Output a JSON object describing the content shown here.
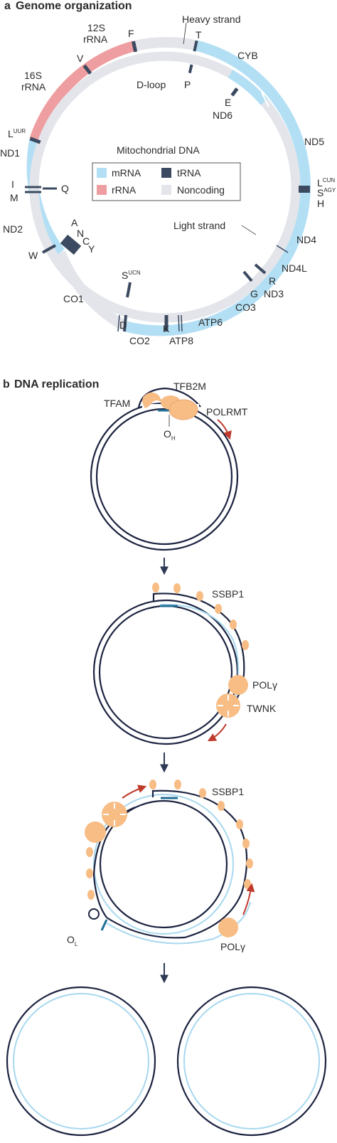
{
  "panel_a": {
    "letter": "a",
    "title": "Genome organization",
    "heavy_strand": "Heavy strand",
    "light_strand": "Light strand",
    "d_loop": "D-loop",
    "center_title": "Mitochondrial DNA",
    "legend": {
      "mrna": "mRNA",
      "trna": "tRNA",
      "rrna": "rRNA",
      "noncoding": "Noncoding"
    },
    "genes": {
      "s12_1": "12S",
      "s12_2": "rRNA",
      "s16_1": "16S",
      "s16_2": "rRNA",
      "F": "F",
      "T": "T",
      "P": "P",
      "CYB": "CYB",
      "V": "V",
      "E": "E",
      "ND6": "ND6",
      "ND5": "ND5",
      "L_UUR": "L",
      "L_UUR_sup": "UUR",
      "ND1": "ND1",
      "L_CUN": "L",
      "L_CUN_sup": "CUN",
      "S_AGY": "S",
      "S_AGY_sup": "AGY",
      "H": "H",
      "I": "I",
      "Q": "Q",
      "M": "M",
      "ND2": "ND2",
      "ND4": "ND4",
      "A": "A",
      "N": "N",
      "C": "C",
      "Y": "Y",
      "W": "W",
      "ND4L": "ND4L",
      "R": "R",
      "ND3": "ND3",
      "S_UCN": "S",
      "S_UCN_sup": "UCN",
      "CO1": "CO1",
      "G": "G",
      "CO3": "CO3",
      "ATP6": "ATP6",
      "D": "D",
      "K": "K",
      "CO2": "CO2",
      "ATP8": "ATP8"
    }
  },
  "panel_b": {
    "letter": "b",
    "title": "DNA replication",
    "TFAM": "TFAM",
    "TFB2M": "TFB2M",
    "POLRMT": "POLRMT",
    "OH": "O",
    "OH_sub": "H",
    "SSBP1_1": "SSBP1",
    "POLg_1": "POLγ",
    "TWNK": "TWNK",
    "SSBP1_2": "SSBP1",
    "OL": "O",
    "OL_sub": "L",
    "POLg_2": "POLγ"
  },
  "colors": {
    "mrna": "#b3dff5",
    "rrna": "#ee9ea0",
    "trna": "#3b4a60",
    "noncoding": "#e3e5ea",
    "strand_dark": "#1c2340",
    "strand_light": "#a8d8ef",
    "primer": "#1f6e95",
    "protein": "#f7bd85",
    "arrow": "#c0392b"
  }
}
